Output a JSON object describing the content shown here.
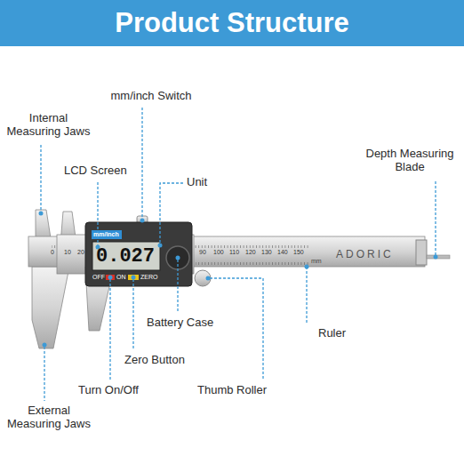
{
  "diagram": {
    "title": "Product Structure",
    "labels": [
      "mm/inch Switch",
      "Internal Measuring Jaws",
      "LCD Screen",
      "Unit",
      "Depth Measuring Blade",
      "mm/inch",
      "0.027",
      "OFF",
      "ON",
      "ZERO",
      "ADORIC",
      "mm",
      "0",
      "10",
      "20",
      "90",
      "100",
      "110",
      "120",
      "130",
      "140",
      "150",
      "Battery Case",
      "Ruler",
      "Zero Button",
      "Turn On/Off",
      "Thumb Roller",
      "External Measuring Jaws"
    ]
  }
}
